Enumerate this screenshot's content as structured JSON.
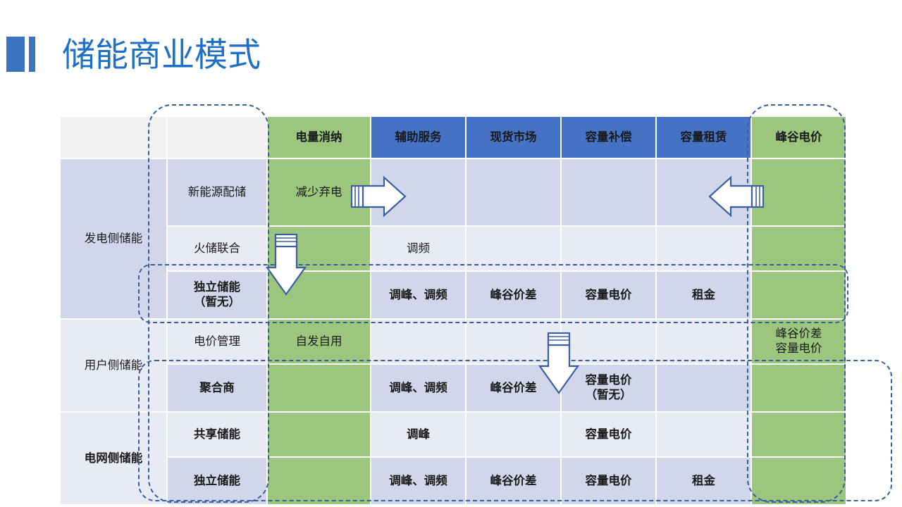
{
  "slide": {
    "title": "储能商业模式",
    "accent_color": "#3C73BE",
    "title_color": "#1F6FC4",
    "green": "#9CC67E",
    "blue": "#4472C4",
    "row_dark": "#D2D6EA",
    "row_light": "#E8EAF4",
    "header_blank": "#F1F1F1",
    "dash_color": "#365F9C"
  },
  "table": {
    "headers": {
      "group": "",
      "sub": "",
      "cols": [
        {
          "label": "电量消纳",
          "style": "green"
        },
        {
          "label": "辅助服务",
          "style": "blue"
        },
        {
          "label": "现货市场",
          "style": "blue"
        },
        {
          "label": "容量补偿",
          "style": "blue"
        },
        {
          "label": "容量租赁",
          "style": "blue"
        },
        {
          "label": "峰谷电价",
          "style": "green"
        }
      ]
    },
    "groups": [
      {
        "label": "发电侧储能",
        "bold": false,
        "rowspan": 3
      },
      {
        "label": "用户侧储能",
        "bold": false,
        "rowspan": 2
      },
      {
        "label": "电网侧储能",
        "bold": true,
        "rowspan": 2
      }
    ],
    "rows": [
      {
        "sub": "新能源配储",
        "sub_bold": false,
        "cells": [
          "减少弃电",
          "",
          "",
          "",
          "",
          ""
        ]
      },
      {
        "sub": "火储联合",
        "sub_bold": false,
        "cells": [
          "",
          "调频",
          "",
          "",
          "",
          ""
        ]
      },
      {
        "sub": "独立储能\n（暂无）",
        "sub_bold": true,
        "cells": [
          "",
          "调峰、调频",
          "峰谷价差",
          "容量电价",
          "租金",
          ""
        ]
      },
      {
        "sub": "电价管理",
        "sub_bold": false,
        "cells": [
          "自发自用",
          "",
          "",
          "",
          "",
          "峰谷价差\n容量电价"
        ]
      },
      {
        "sub": "聚合商",
        "sub_bold": true,
        "cells": [
          "",
          "调峰、调频",
          "峰谷价差",
          "容量电价\n（暂无）",
          "",
          ""
        ]
      },
      {
        "sub": "共享储能",
        "sub_bold": true,
        "cells": [
          "",
          "调峰",
          "",
          "容量电价",
          "",
          ""
        ]
      },
      {
        "sub": "独立储能",
        "sub_bold": true,
        "cells": [
          "",
          "调峰、调频",
          "峰谷价差",
          "容量电价",
          "租金",
          ""
        ]
      }
    ]
  },
  "annotations": {
    "arrows": [
      {
        "name": "arrow-right-energy-absorption",
        "direction": "right"
      },
      {
        "name": "arrow-down-green-column",
        "direction": "down"
      },
      {
        "name": "arrow-left-peak-valley-price",
        "direction": "left"
      },
      {
        "name": "arrow-down-capacity-compensation",
        "direction": "down"
      }
    ],
    "highlight_boxes": [
      {
        "name": "highlight-green-column-energy-absorption"
      },
      {
        "name": "highlight-green-column-peak-valley"
      },
      {
        "name": "highlight-row-independent-storage-gen"
      },
      {
        "name": "highlight-rows-aggregator-to-independent"
      }
    ]
  }
}
